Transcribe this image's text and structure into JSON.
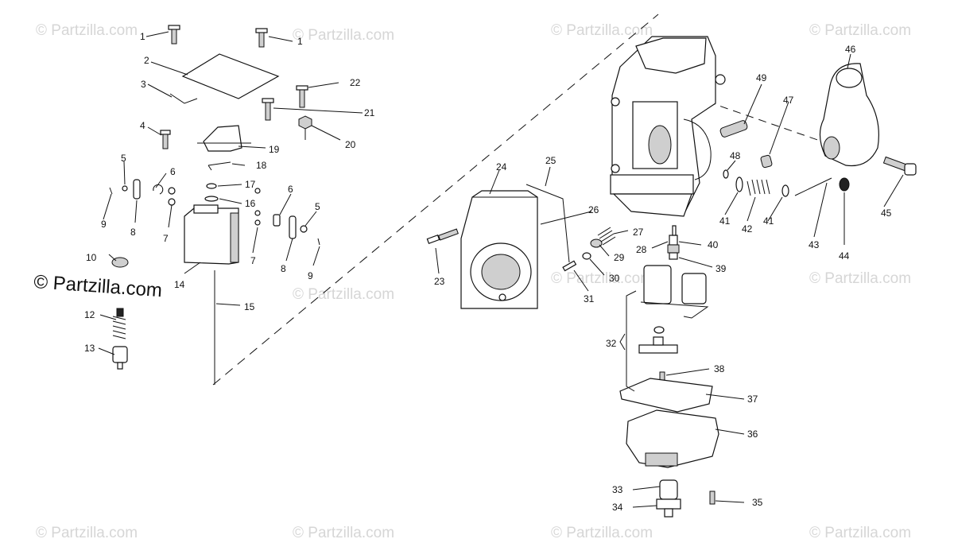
{
  "watermark": "© Partzilla.com",
  "watermark_main": "© Partzilla.com",
  "callouts": [
    "1",
    "1",
    "2",
    "3",
    "22",
    "21",
    "4",
    "19",
    "20",
    "18",
    "5",
    "6",
    "17",
    "16",
    "9",
    "8",
    "7",
    "10",
    "14",
    "7",
    "6",
    "5",
    "8",
    "9",
    "15",
    "12",
    "13",
    "24",
    "25",
    "26",
    "23",
    "27",
    "28",
    "29",
    "40",
    "30",
    "31",
    "39",
    "49",
    "47",
    "46",
    "48",
    "41",
    "42",
    "41",
    "43",
    "44",
    "45",
    "32",
    "38",
    "37",
    "36",
    "33",
    "34",
    "35"
  ]
}
